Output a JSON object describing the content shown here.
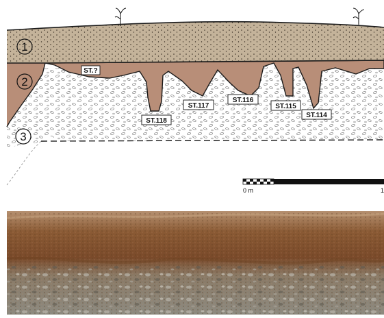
{
  "layers": [
    {
      "id": "layer-1",
      "label": "1",
      "fill": "#c4b39a"
    },
    {
      "id": "layer-2",
      "label": "2",
      "fill": "#b88e78"
    },
    {
      "id": "layer-3",
      "label": "3",
      "fill": "#ffffff"
    }
  ],
  "features": [
    {
      "id": "st-unknown",
      "label": "ST.?"
    },
    {
      "id": "st-118",
      "label": "ST.118"
    },
    {
      "id": "st-117",
      "label": "ST.117"
    },
    {
      "id": "st-116",
      "label": "ST.116"
    },
    {
      "id": "st-115",
      "label": "ST.115"
    },
    {
      "id": "st-114",
      "label": "ST.114"
    }
  ],
  "scale_bar": {
    "start_label": "0 m",
    "end_label": "1"
  },
  "colors": {
    "outline": "#1a1a1a",
    "photo_soil": "#8a5a34",
    "photo_gravel": "#8c8a80"
  }
}
